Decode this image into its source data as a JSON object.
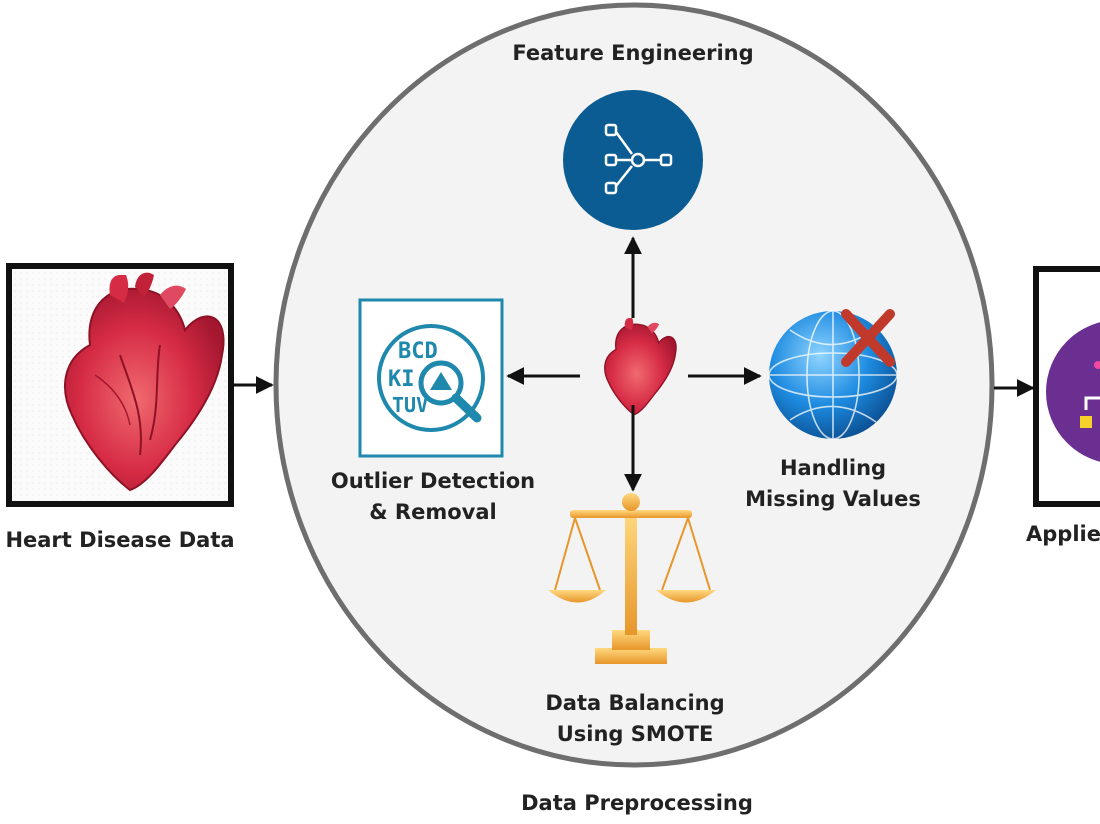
{
  "diagram": {
    "title": "Data Preprocessing",
    "input": {
      "label": "Heart Disease Data",
      "icon": "heart-icon"
    },
    "steps": {
      "feature_engineering": {
        "label": "Feature Engineering",
        "icon": "feature-network-icon"
      },
      "outlier": {
        "line1": "Outlier Detection",
        "line2": "& Removal",
        "icon": "magnifier-letters-icon"
      },
      "missing": {
        "line1": "Handling",
        "line2": "Missing Values",
        "icon": "globe-x-icon"
      },
      "balancing": {
        "line1": "Data Balancing",
        "line2": "Using SMOTE",
        "icon": "balance-scale-icon"
      }
    },
    "output": {
      "label": "Applie",
      "icon": "algorithm-icon"
    },
    "colors": {
      "circle_fill": "#f3f3f4",
      "circle_stroke": "#6e6e6e",
      "feature_blue": "#0b5c92",
      "outlier_teal": "#1f88ad",
      "globe_blue": "#1e8be0",
      "x_red": "#c0392b",
      "scale_gold": "#f2b640",
      "heart_red": "#d62b45",
      "output_purple": "#6a2f91"
    }
  }
}
